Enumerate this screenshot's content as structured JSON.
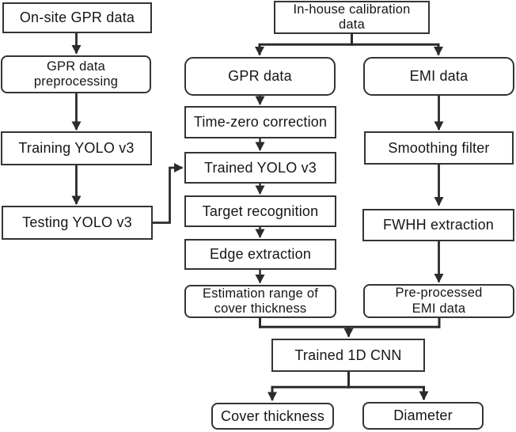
{
  "diagram_type": "flowchart",
  "colors": {
    "background": "#ffffff",
    "box_border": "#343434",
    "connector": "#2b2b2b",
    "text": "#161616"
  },
  "nodes": {
    "onsite_gpr": {
      "label": "On-site GPR data",
      "shape": "rect"
    },
    "gpr_preprocessing": {
      "label": "GPR data\npreprocessing",
      "shape": "rounded"
    },
    "training_yolo": {
      "label": "Training YOLO v3",
      "shape": "rect"
    },
    "testing_yolo": {
      "label": "Testing YOLO v3",
      "shape": "rect"
    },
    "inhouse_calibration": {
      "label": "In-house calibration\ndata",
      "shape": "rect"
    },
    "gpr_data": {
      "label": "GPR data",
      "shape": "rounded"
    },
    "time_zero": {
      "label": "Time-zero correction",
      "shape": "rect"
    },
    "trained_yolo": {
      "label": "Trained YOLO v3",
      "shape": "rect"
    },
    "target_recognition": {
      "label": "Target recognition",
      "shape": "rect"
    },
    "edge_extraction": {
      "label": "Edge extraction",
      "shape": "rect"
    },
    "estimation_range": {
      "label": "Estimation range of\ncover thickness",
      "shape": "rounded"
    },
    "emi_data": {
      "label": "EMI data",
      "shape": "rounded"
    },
    "smoothing_filter": {
      "label": "Smoothing filter",
      "shape": "rect"
    },
    "fwhh_extraction": {
      "label": "FWHH extraction",
      "shape": "rect"
    },
    "preprocessed_emi": {
      "label": "Pre-processed\nEMI data",
      "shape": "rounded"
    },
    "trained_cnn": {
      "label": "Trained 1D CNN",
      "shape": "rect"
    },
    "cover_thickness": {
      "label": "Cover thickness",
      "shape": "rounded"
    },
    "diameter": {
      "label": "Diameter",
      "shape": "rounded"
    }
  },
  "edges": [
    {
      "from": "onsite_gpr",
      "to": "gpr_preprocessing"
    },
    {
      "from": "gpr_preprocessing",
      "to": "training_yolo"
    },
    {
      "from": "training_yolo",
      "to": "testing_yolo"
    },
    {
      "from": "testing_yolo",
      "to": "trained_yolo"
    },
    {
      "from": "inhouse_calibration",
      "to": "gpr_data"
    },
    {
      "from": "inhouse_calibration",
      "to": "emi_data"
    },
    {
      "from": "gpr_data",
      "to": "time_zero"
    },
    {
      "from": "time_zero",
      "to": "trained_yolo"
    },
    {
      "from": "trained_yolo",
      "to": "target_recognition"
    },
    {
      "from": "target_recognition",
      "to": "edge_extraction"
    },
    {
      "from": "edge_extraction",
      "to": "estimation_range"
    },
    {
      "from": "emi_data",
      "to": "smoothing_filter"
    },
    {
      "from": "smoothing_filter",
      "to": "fwhh_extraction"
    },
    {
      "from": "fwhh_extraction",
      "to": "preprocessed_emi"
    },
    {
      "from": "estimation_range",
      "to": "trained_cnn"
    },
    {
      "from": "preprocessed_emi",
      "to": "trained_cnn"
    },
    {
      "from": "trained_cnn",
      "to": "cover_thickness"
    },
    {
      "from": "trained_cnn",
      "to": "diameter"
    }
  ]
}
